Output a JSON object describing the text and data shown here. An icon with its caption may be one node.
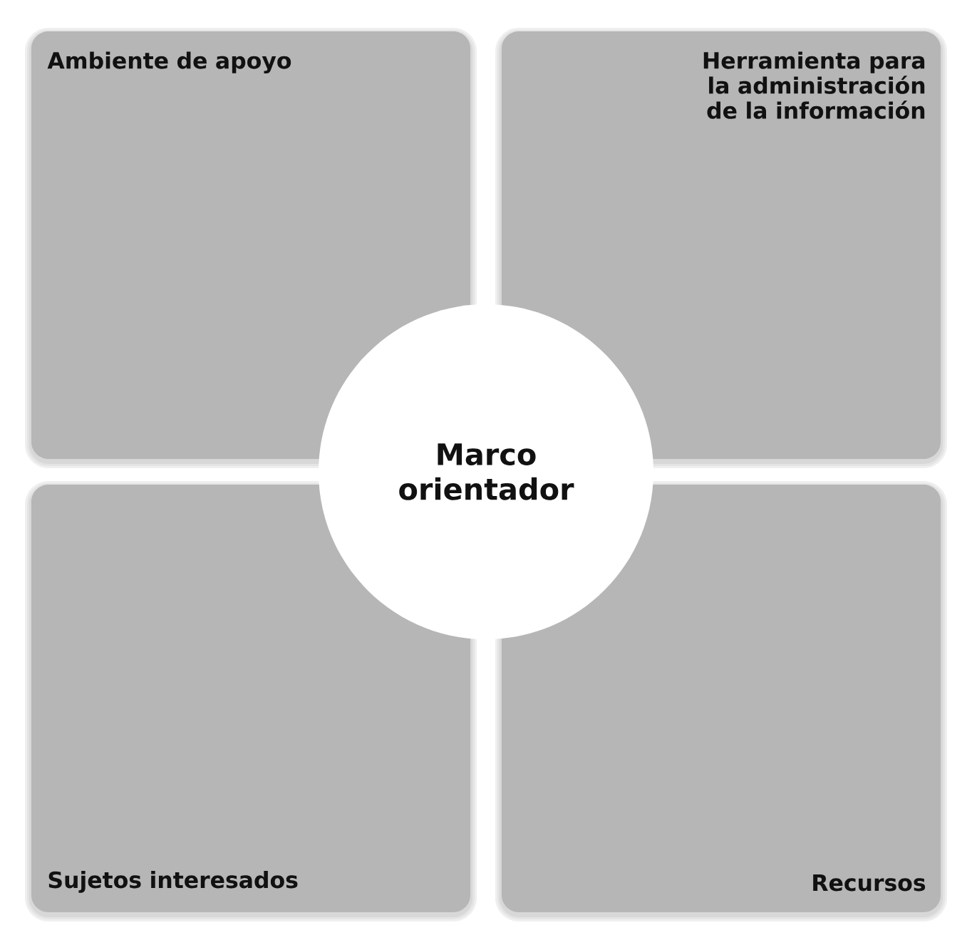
{
  "diagram": {
    "nodes": [
      {
        "text": [
          "Ambiente de apoyo"
        ]
      },
      {
        "text": [
          "Herramienta para la administración de la información"
        ]
      },
      {
        "text": [
          "Marco orientador"
        ]
      },
      {
        "text": [
          "Sujetos interesados"
        ]
      },
      {
        "text": [
          "Recursos"
        ]
      }
    ]
  }
}
